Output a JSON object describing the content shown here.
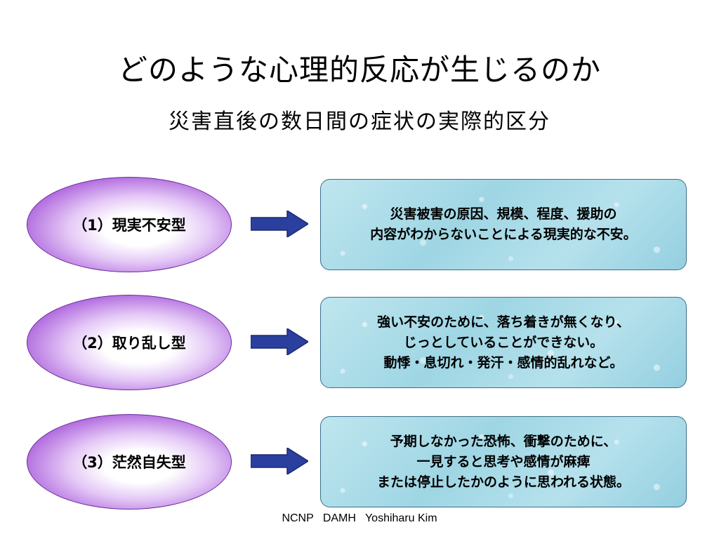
{
  "title": "どのような心理的反応が生じるのか",
  "subtitle": "災害直後の数日間の症状の実際的区分",
  "rows": [
    {
      "label": "（1）現実不安型",
      "lines": [
        "災害被害の原因、規模、程度、援助の",
        "内容がわからないことによる現実的な不安。"
      ]
    },
    {
      "label": "（2）取り乱し型",
      "lines": [
        "強い不安のために、落ち着きが無くなり、",
        "じっとしていることができない。",
        "動悸・息切れ・発汗・感情的乱れなど。"
      ]
    },
    {
      "label": "（3）茫然自失型",
      "lines": [
        "予期しなかった恐怖、衝撃のために、",
        "一見すると思考や感情が麻痺",
        "または停止したかのように思われる状態。"
      ]
    }
  ],
  "footer": "NCNP   DAMH   Yoshiharu Kim",
  "colors": {
    "arrow": "#2b3f9e",
    "oval_edge": "#8a22c6",
    "box_fill": "#a8dbe7"
  }
}
